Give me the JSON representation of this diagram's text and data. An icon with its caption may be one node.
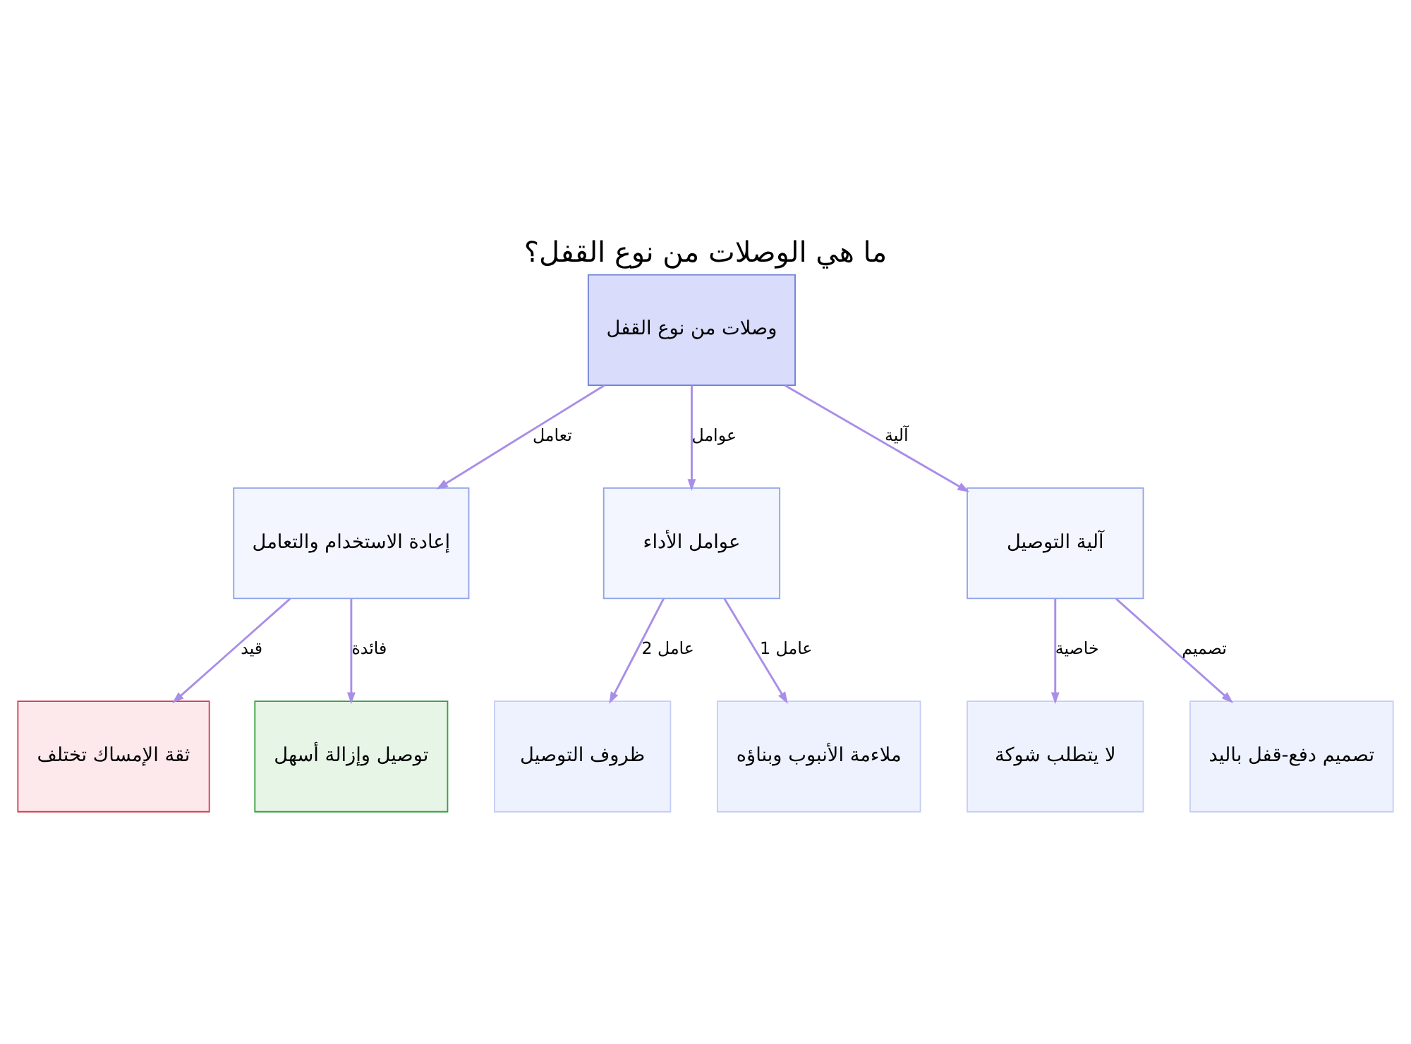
{
  "diagram": {
    "title": "ما هي الوصلات من نوع القفل؟",
    "nodes": [
      {
        "text": [
          "وصلات من نوع القفل"
        ]
      },
      {
        "text": [
          "إعادة الاستخدام والتعامل"
        ]
      },
      {
        "text": [
          "عوامل الأداء"
        ]
      },
      {
        "text": [
          "آلية التوصيل"
        ]
      },
      {
        "text": [
          "ثقة الإمساك تختلف"
        ]
      },
      {
        "text": [
          "توصيل وإزالة أسهل"
        ]
      },
      {
        "text": [
          "ظروف التوصيل"
        ]
      },
      {
        "text": [
          "ملاءمة الأنبوب وبناؤه"
        ]
      },
      {
        "text": [
          "لا يتطلب شوكة"
        ]
      },
      {
        "text": [
          "تصميم دفع-قفل باليد"
        ]
      }
    ],
    "edges": [
      {
        "from": 0,
        "to": 1,
        "arrow": "to",
        "label": "تعامل"
      },
      {
        "from": 0,
        "to": 2,
        "arrow": "to",
        "label": "عوامل"
      },
      {
        "from": 0,
        "to": 3,
        "arrow": "to",
        "label": "آلية"
      },
      {
        "from": 1,
        "to": 4,
        "arrow": "to",
        "label": "قيد"
      },
      {
        "from": 1,
        "to": 5,
        "arrow": "to",
        "label": "فائدة"
      },
      {
        "from": 2,
        "to": 6,
        "arrow": "to",
        "label": "عامل 2"
      },
      {
        "from": 2,
        "to": 7,
        "arrow": "to",
        "label": "عامل 1"
      },
      {
        "from": 3,
        "to": 8,
        "arrow": "to",
        "label": "خاصية"
      },
      {
        "from": 3,
        "to": 9,
        "arrow": "to",
        "label": "تصميم"
      }
    ]
  }
}
